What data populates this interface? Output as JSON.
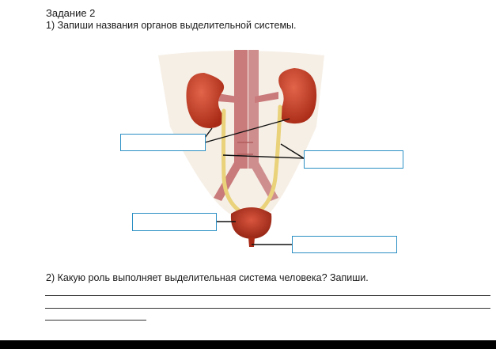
{
  "task": {
    "title": "Задание 2",
    "question_1": "1) Запиши названия органов выделительной системы.",
    "question_2": "2) Какую роль выполняет выделительная система человека? Запиши."
  },
  "colors": {
    "kidney": "#c23a24",
    "bladder": "#b8321f",
    "ureter": "#e9d27a",
    "vessel": "#c97a7a",
    "box_border": "#2b8fc4"
  },
  "icons": [
    "kidney-icon",
    "ureter-icon",
    "bladder-icon",
    "urethra-icon"
  ]
}
